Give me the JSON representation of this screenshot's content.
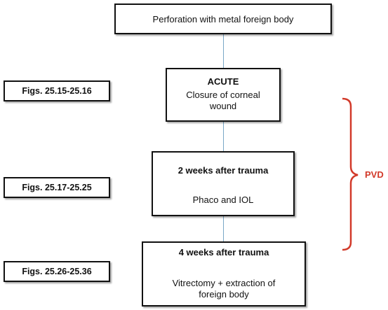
{
  "flow": {
    "start": {
      "text": "Perforation with metal foreign body"
    },
    "acute": {
      "title": "ACUTE",
      "text": "Closure of corneal wound"
    },
    "week2": {
      "title": "2 weeks after trauma",
      "text": "Phaco and IOL"
    },
    "week4": {
      "title": "4 weeks after trauma",
      "text": "Vitrectomy + extraction of foreign body"
    }
  },
  "figure_refs": [
    "Figs. 25.15-25.16",
    "Figs. 25.17-25.25",
    "Figs. 25.26-25.36"
  ],
  "bracket": {
    "label": "PVD",
    "color": "#d23a2a"
  },
  "colors": {
    "connector": "#7aa7c7",
    "border": "#111111"
  }
}
